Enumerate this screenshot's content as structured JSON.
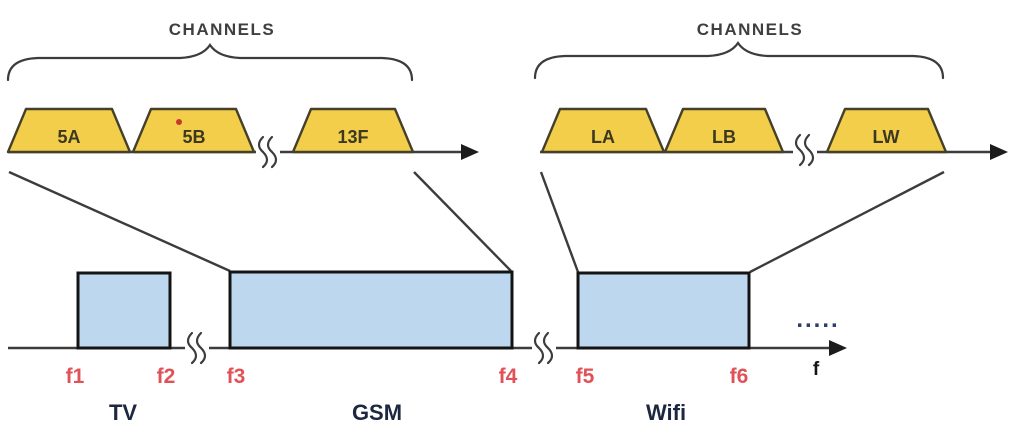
{
  "channel_groups": [
    {
      "title": "CHANNELS",
      "channels": [
        "5A",
        "5B",
        "13F"
      ]
    },
    {
      "title": "CHANNELS",
      "channels": [
        "LA",
        "LB",
        "LW"
      ]
    }
  ],
  "bands": [
    {
      "name": "TV",
      "start": "f1",
      "end": "f2"
    },
    {
      "name": "GSM",
      "start": "f3",
      "end": "f4"
    },
    {
      "name": "Wifi",
      "start": "f5",
      "end": "f6"
    }
  ],
  "frequency_axis_label": "f",
  "ellipsis": ".....",
  "colors": {
    "channel_fill": "#f2ce4b",
    "channel_border": "#45402a",
    "channel_label": "#3d3820",
    "band_fill": "#bdd7ee",
    "band_border": "#141414",
    "line": "#3c3c3c",
    "freq_label": "#e05257",
    "band_label": "#1d2840",
    "channels_title": "#3f3f3f",
    "ellipsis_color": "#2c3e6e",
    "artifact_dot": "#c9382c"
  }
}
